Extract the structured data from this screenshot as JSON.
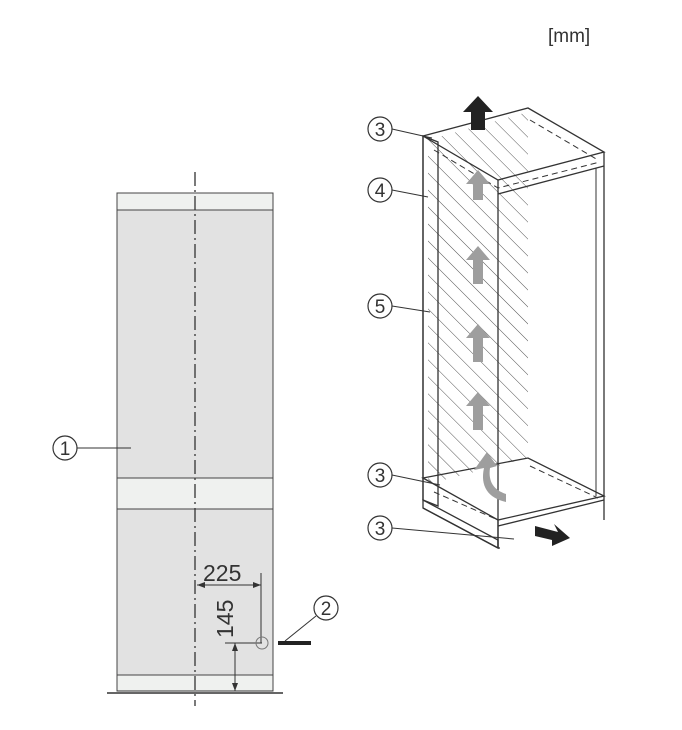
{
  "unit_label": "[mm]",
  "callouts": {
    "c1": "1",
    "c2": "2",
    "c3_top": "3",
    "c3_mid": "3",
    "c3_bottom": "3",
    "c4": "4",
    "c5": "5"
  },
  "dimensions": {
    "horizontal": "225",
    "vertical": "145"
  },
  "colors": {
    "appliance_fill": "#e2e2e2",
    "band_fill": "#eff1ef",
    "line": "#333333",
    "arrow_fill": "#9e9e9e",
    "arrow_dark": "#222222"
  }
}
